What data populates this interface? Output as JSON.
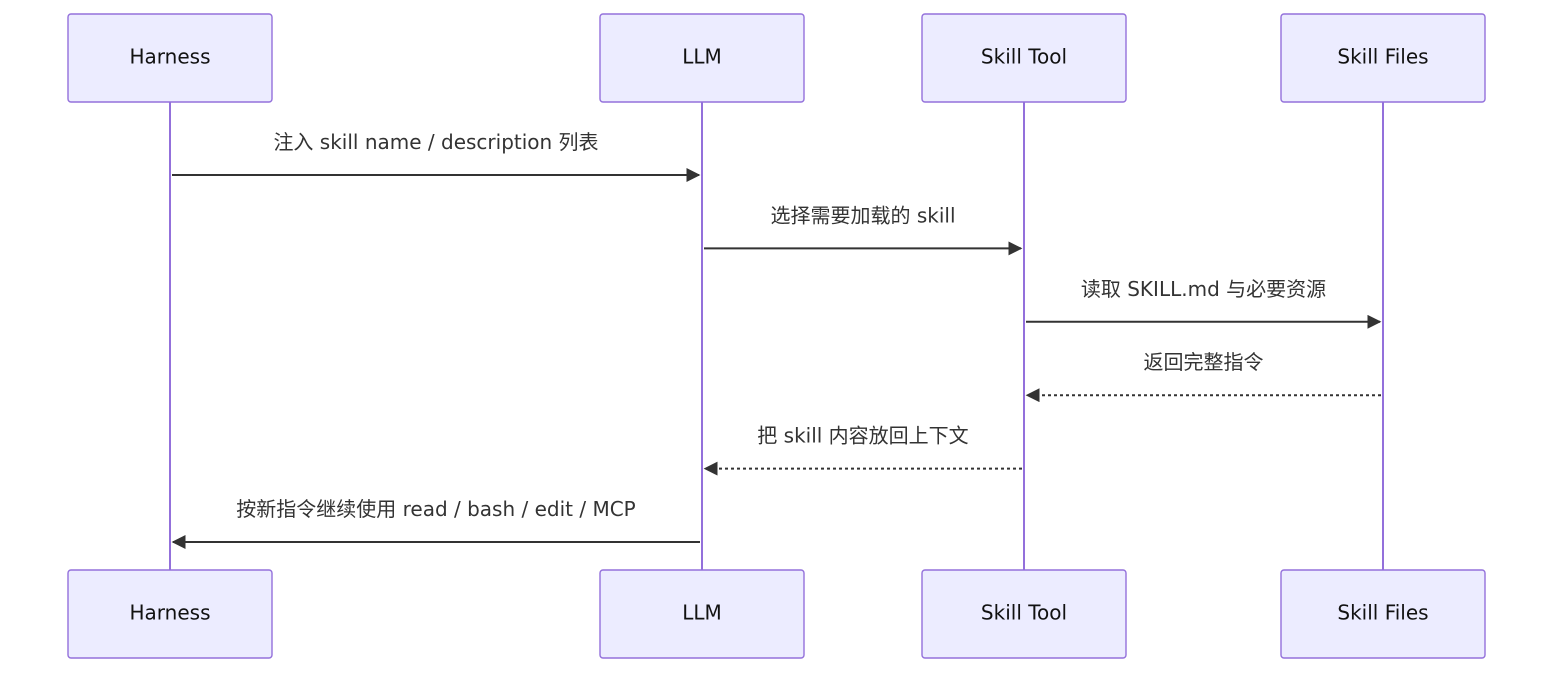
{
  "participants": [
    {
      "id": "harness",
      "label": "Harness"
    },
    {
      "id": "llm",
      "label": "LLM"
    },
    {
      "id": "skill_tool",
      "label": "Skill Tool"
    },
    {
      "id": "skill_files",
      "label": "Skill Files"
    }
  ],
  "messages": [
    {
      "from": "harness",
      "to": "llm",
      "text": "注入 skill name / description 列表",
      "style": "solid"
    },
    {
      "from": "llm",
      "to": "skill_tool",
      "text": "选择需要加载的 skill",
      "style": "solid"
    },
    {
      "from": "skill_tool",
      "to": "skill_files",
      "text": "读取 SKILL.md 与必要资源",
      "style": "solid"
    },
    {
      "from": "skill_files",
      "to": "skill_tool",
      "text": "返回完整指令",
      "style": "dotted"
    },
    {
      "from": "skill_tool",
      "to": "llm",
      "text": "把 skill 内容放回上下文",
      "style": "dotted"
    },
    {
      "from": "llm",
      "to": "harness",
      "text": "按新指令继续使用 read / bash / edit / MCP",
      "style": "solid"
    }
  ],
  "colors": {
    "actor_fill": "#ECECFF",
    "actor_border": "#9370DB",
    "lifeline": "#9370DB",
    "message_line": "#333333",
    "text": "#333333"
  }
}
